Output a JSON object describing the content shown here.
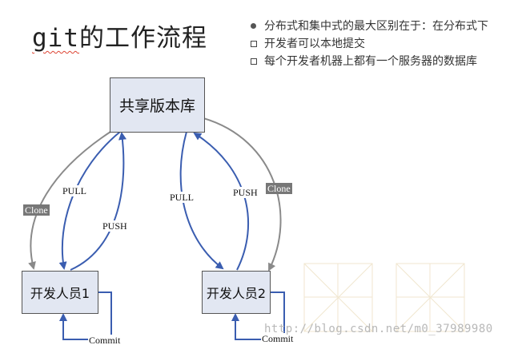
{
  "slide": {
    "title_latin": "git",
    "title_cn": "的工作流程",
    "bullets": [
      {
        "text": "分布式和集中式的最大区别在于：在分布式下",
        "marker": "dot"
      },
      {
        "text": "开发者可以本地提交",
        "marker": "square"
      },
      {
        "text": "每个开发者机器上都有一个服务器的数据库",
        "marker": "square"
      }
    ]
  },
  "diagram": {
    "nodes": {
      "repo": "共享版本库",
      "dev1": "开发人员1",
      "dev2": "开发人员2"
    },
    "edge_labels": {
      "pull_left": "PULL",
      "push_left": "PUSH",
      "clone_left": "Clone",
      "pull_right": "PULL",
      "push_right": "PUSH",
      "clone_right": "Clone",
      "commit_left": "Commit",
      "commit_right": "Commit"
    },
    "colors": {
      "arrow_blue": "#3a5db0",
      "arrow_gray": "#8a8a8a",
      "box_fill": "#e2e7f2"
    }
  },
  "watermark": "http://blog.csdn.net/m0_37989980"
}
